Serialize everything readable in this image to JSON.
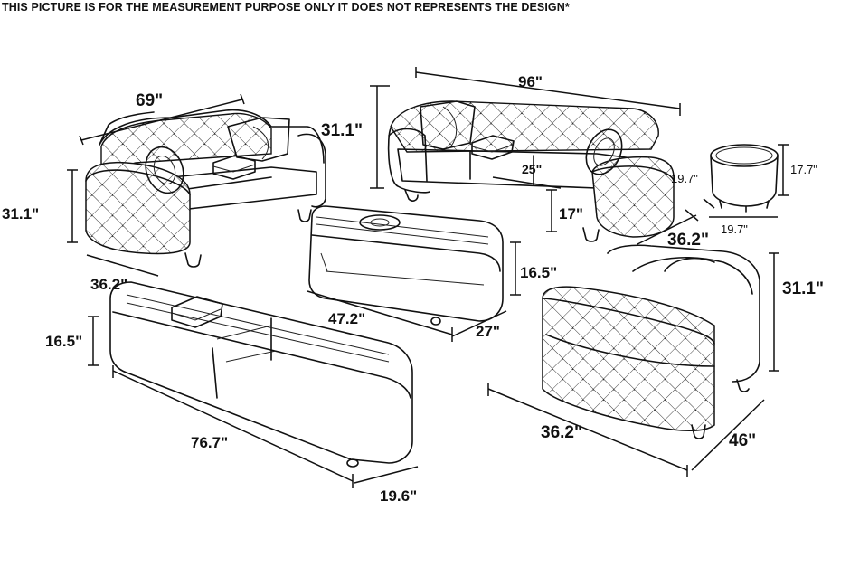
{
  "disclaimer": "THIS PICTURE IS FOR THE MEASUREMENT PURPOSE ONLY IT DOES NOT REPRESENTS THE DESIGN*",
  "loveseat": {
    "width": "69\"",
    "height": "31.1\"",
    "depth": "36.2\""
  },
  "sofa": {
    "width": "96\"",
    "height": "31.1\"",
    "depth": "36.2\"",
    "seat_depth": "25\"",
    "seat_height": "17\""
  },
  "end_table": {
    "height": "17.7\"",
    "depth": "19.7\"",
    "width": "19.7\""
  },
  "coffee_table": {
    "height": "16.5\"",
    "length": "47.2\"",
    "depth": "27\""
  },
  "tv_stand": {
    "height": "16.5\"",
    "length": "76.7\"",
    "depth": "19.6\""
  },
  "chair": {
    "height": "31.1\"",
    "width": "36.2\"",
    "depth": "46\""
  }
}
